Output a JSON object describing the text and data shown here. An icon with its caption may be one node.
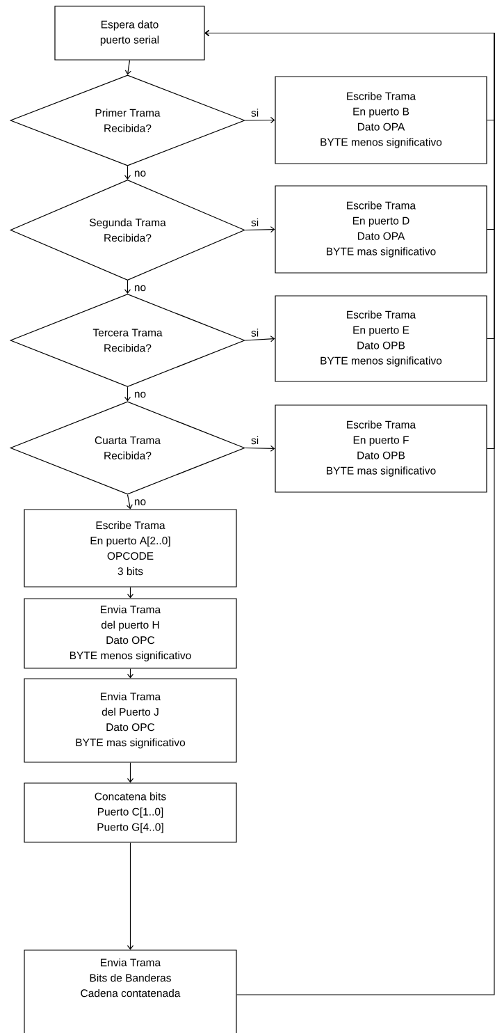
{
  "diagram": {
    "nodes": [
      {
        "text": [
          "Espera dato",
          "puerto serial"
        ]
      },
      {
        "text": [
          "Primer Trama",
          "Recibida?"
        ]
      },
      {
        "text": [
          "Escribe Trama",
          "En puerto B",
          "Dato OPA",
          "BYTE menos significativo"
        ]
      },
      {
        "text": [
          "Segunda Trama",
          "Recibida?"
        ]
      },
      {
        "text": [
          "Escribe Trama",
          "En puerto D",
          "Dato OPA",
          "BYTE mas significativo"
        ]
      },
      {
        "text": [
          "Tercera Trama",
          "Recibida?"
        ]
      },
      {
        "text": [
          "Escribe Trama",
          "En puerto E",
          "Dato OPB",
          "BYTE menos significativo"
        ]
      },
      {
        "text": [
          "Cuarta Trama",
          "Recibida?"
        ]
      },
      {
        "text": [
          "Escribe Trama",
          "En puerto F",
          "Dato OPB",
          "BYTE mas significativo"
        ]
      },
      {
        "text": [
          "Escribe Trama",
          "En puerto A[2..0]",
          "OPCODE",
          "3 bits"
        ]
      },
      {
        "text": [
          "Envia Trama",
          "del puerto H",
          "Dato OPC",
          "BYTE menos significativo"
        ]
      },
      {
        "text": [
          "Envia Trama",
          "del Puerto J",
          "Dato OPC",
          "BYTE mas significativo"
        ]
      },
      {
        "text": [
          "Concatena bits",
          "Puerto C[1..0]",
          "Puerto G[4..0]"
        ]
      },
      {
        "text": [
          "Envia Trama",
          "Bits de Banderas",
          "Cadena contatenada"
        ]
      }
    ],
    "edges": [
      {
        "from": 0,
        "to": 1,
        "arrow": "to"
      },
      {
        "from": 1,
        "to": 2,
        "arrow": "to",
        "label": "si"
      },
      {
        "from": 1,
        "to": 3,
        "arrow": "to",
        "label": "no"
      },
      {
        "from": 3,
        "to": 4,
        "arrow": "to",
        "label": "si"
      },
      {
        "from": 3,
        "to": 5,
        "arrow": "to",
        "label": "no"
      },
      {
        "from": 5,
        "to": 6,
        "arrow": "to",
        "label": "si"
      },
      {
        "from": 5,
        "to": 7,
        "arrow": "to",
        "label": "no"
      },
      {
        "from": 7,
        "to": 8,
        "arrow": "to",
        "label": "si"
      },
      {
        "from": 7,
        "to": 9,
        "arrow": "to",
        "label": "no"
      },
      {
        "from": 9,
        "to": 10,
        "arrow": "to"
      },
      {
        "from": 10,
        "to": 11,
        "arrow": "to"
      },
      {
        "from": 11,
        "to": 12,
        "arrow": "to"
      },
      {
        "from": 12,
        "to": 13,
        "arrow": "to"
      },
      {
        "from": 2,
        "to": 0,
        "arrow": "to"
      },
      {
        "from": 4,
        "to": 0,
        "arrow": "to"
      },
      {
        "from": 6,
        "to": 0,
        "arrow": "to"
      },
      {
        "from": 8,
        "to": 0,
        "arrow": "to"
      },
      {
        "from": 13,
        "to": 0,
        "arrow": "to"
      }
    ]
  }
}
